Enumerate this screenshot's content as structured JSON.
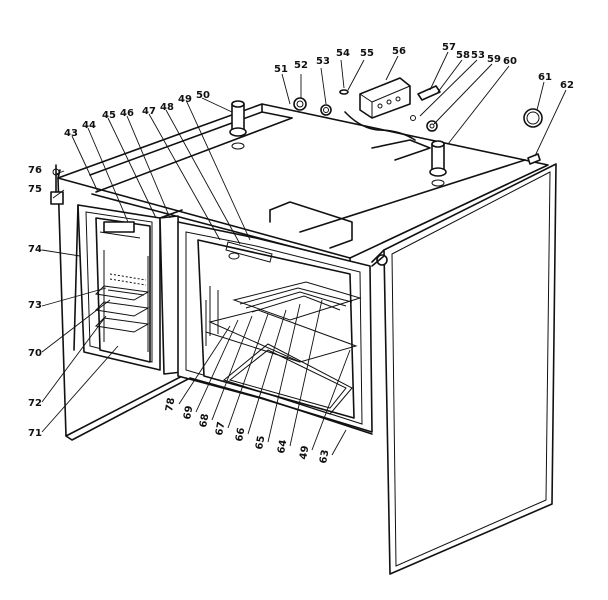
{
  "callouts": [
    {
      "id": "c50",
      "text": "50"
    },
    {
      "id": "c51",
      "text": "51"
    },
    {
      "id": "c52",
      "text": "52"
    },
    {
      "id": "c53a",
      "text": "53"
    },
    {
      "id": "c54",
      "text": "54"
    },
    {
      "id": "c55",
      "text": "55"
    },
    {
      "id": "c56",
      "text": "56"
    },
    {
      "id": "c57",
      "text": "57"
    },
    {
      "id": "c58",
      "text": "58"
    },
    {
      "id": "c53b",
      "text": "53"
    },
    {
      "id": "c59",
      "text": "59"
    },
    {
      "id": "c60",
      "text": "60"
    },
    {
      "id": "c61",
      "text": "61"
    },
    {
      "id": "c62",
      "text": "62"
    },
    {
      "id": "c49a",
      "text": "49"
    },
    {
      "id": "c48",
      "text": "48"
    },
    {
      "id": "c47",
      "text": "47"
    },
    {
      "id": "c46",
      "text": "46"
    },
    {
      "id": "c45",
      "text": "45"
    },
    {
      "id": "c44",
      "text": "44"
    },
    {
      "id": "c43",
      "text": "43"
    },
    {
      "id": "c76",
      "text": "76"
    },
    {
      "id": "c75",
      "text": "75"
    },
    {
      "id": "c74",
      "text": "74"
    },
    {
      "id": "c73",
      "text": "73"
    },
    {
      "id": "c70",
      "text": "70"
    },
    {
      "id": "c72",
      "text": "72"
    },
    {
      "id": "c71",
      "text": "71"
    },
    {
      "id": "c78",
      "text": "78"
    },
    {
      "id": "c69",
      "text": "69"
    },
    {
      "id": "c68",
      "text": "68"
    },
    {
      "id": "c67",
      "text": "67"
    },
    {
      "id": "c66",
      "text": "66"
    },
    {
      "id": "c65",
      "text": "65"
    },
    {
      "id": "c64",
      "text": "64"
    },
    {
      "id": "c49b",
      "text": "49"
    },
    {
      "id": "c63",
      "text": "63"
    }
  ]
}
